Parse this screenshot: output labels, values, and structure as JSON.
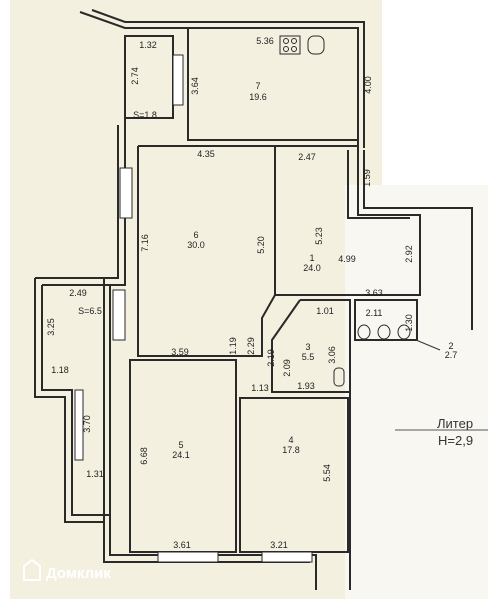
{
  "rooms": [
    {
      "number": "7",
      "area": "19.6"
    },
    {
      "number": "6",
      "area": "30.0"
    },
    {
      "number": "1",
      "area": "24.0"
    },
    {
      "number": "3",
      "area": "5.5"
    },
    {
      "number": "2",
      "area": "2.7"
    },
    {
      "number": "5",
      "area": "24.1"
    },
    {
      "number": "4",
      "area": "17.8"
    },
    {
      "number": "",
      "area": "S=1.8"
    },
    {
      "number": "",
      "area": "S=6.5"
    }
  ],
  "dimensions": [
    "1.32",
    "2.74",
    "5.36",
    "3.64",
    "4.00",
    "4.35",
    "2.47",
    "1.59",
    "7.16",
    "5.20",
    "5.23",
    "4.99",
    "2.92",
    "2.49",
    "3.25",
    "3.63",
    "1.01",
    "2.11",
    "1.30",
    "3.06",
    "1.19",
    "2.29",
    "2.19",
    "2.09",
    "3.59",
    "1.18",
    "1.13",
    "1.93",
    "3.70",
    "6.68",
    "5.54",
    "1.31",
    "3.61",
    "3.21"
  ],
  "legend": {
    "litera": "Литер",
    "height": "Н=2,9"
  },
  "watermark": "Домклик",
  "colors": {
    "paper": "#f4f0e0",
    "wall": "#2a2a2a",
    "right_paper": "#f8f7f2"
  }
}
